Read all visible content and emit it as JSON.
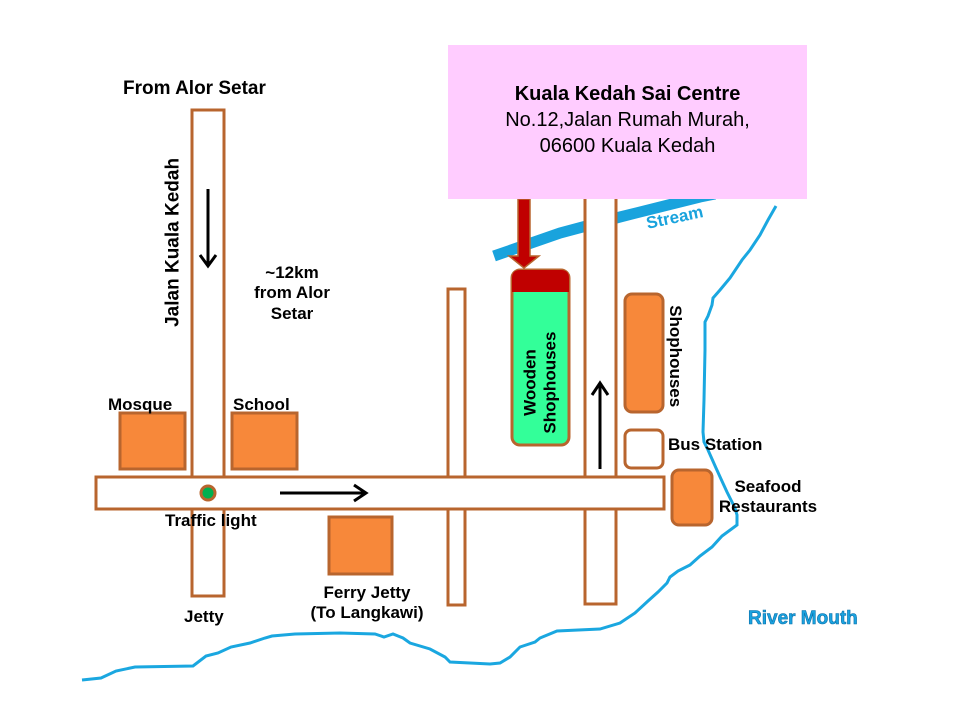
{
  "address": {
    "name": "Kuala Kedah Sai Centre",
    "line2": "No.12,Jalan Rumah Murah,",
    "line3": "06600 Kuala Kedah"
  },
  "labels": {
    "from_alor_setar": "From Alor Setar",
    "jalan_kuala_kedah": "Jalan Kuala Kedah",
    "distance_line1": "~12km",
    "distance_line2": "from Alor",
    "distance_line3": "Setar",
    "mosque": "Mosque",
    "school": "School",
    "traffic_light": "Traffic light",
    "jetty": "Jetty",
    "ferry_jetty_line1": "Ferry Jetty",
    "ferry_jetty_line2": "(To Langkawi)",
    "wooden_line1": "Wooden",
    "wooden_line2": "Shophouses",
    "shophouses": "Shophouses",
    "bus_station": "Bus Station",
    "seafood_line1": "Seafood",
    "seafood_line2": "Restaurants",
    "stream": "Stream",
    "river_mouth": "River Mouth"
  },
  "colors": {
    "road_outline": "#b8652e",
    "building_orange": "#f7883a",
    "wooden_green": "#33ff99",
    "destination_red": "#c00000",
    "water_blue": "#1aa7e0",
    "address_bg": "#ffccff",
    "traffic_light_green": "#00b050"
  }
}
